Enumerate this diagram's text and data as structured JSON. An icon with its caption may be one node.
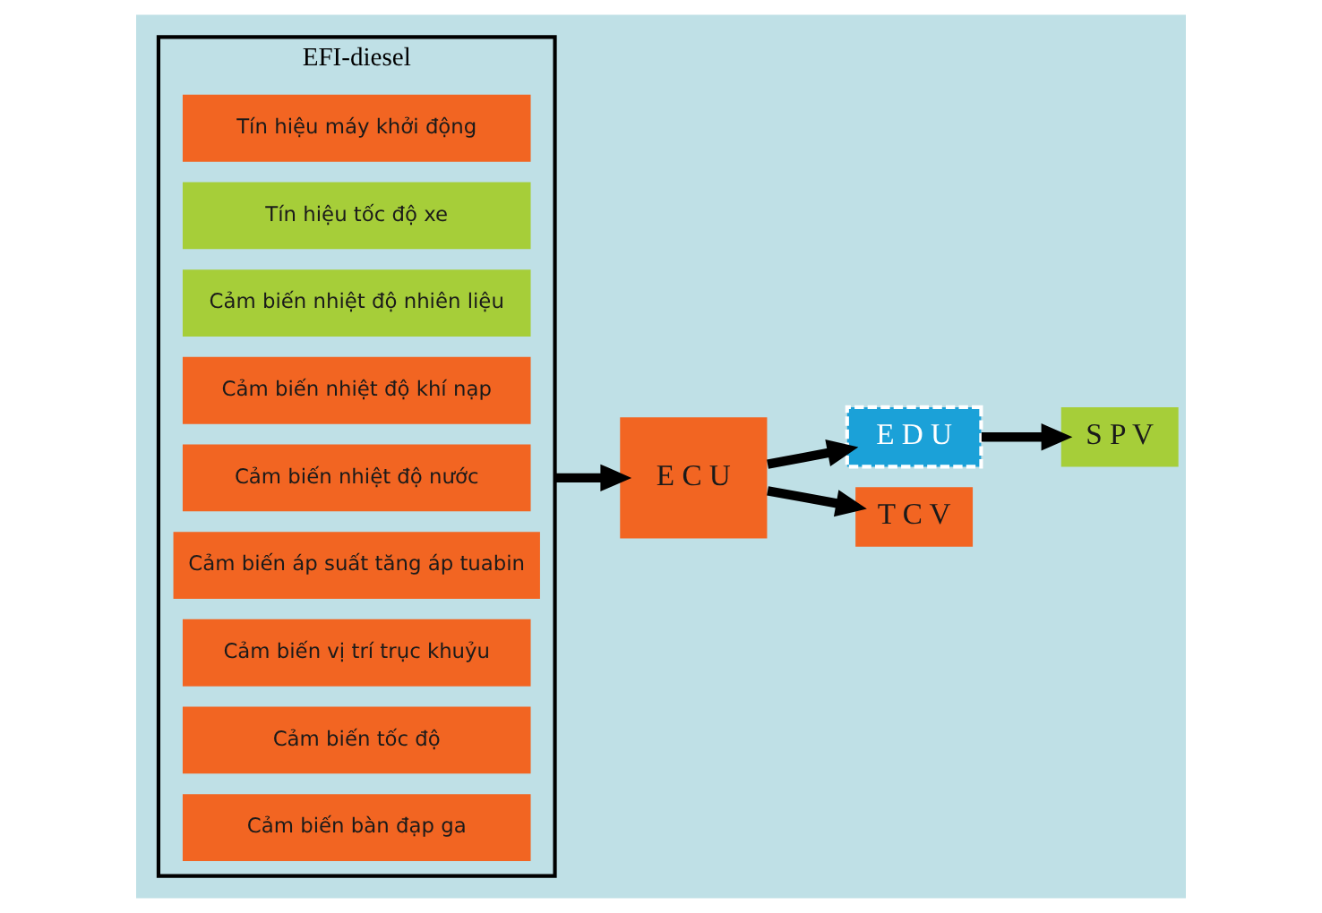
{
  "diagram": {
    "nodes": [
      {
        "text": [
          "EFI-diesel"
        ]
      },
      {
        "text": [
          "Cảm biến bàn đạp ga"
        ],
        "in": 0
      },
      {
        "text": [
          "Cảm biến tốc độ"
        ],
        "in": 0
      },
      {
        "text": [
          "Cảm biến vị trí trục khuỷu"
        ],
        "in": 0
      },
      {
        "text": [
          "Cảm biến áp suất tăng áp tuabin"
        ],
        "in": 0
      },
      {
        "text": [
          "Cảm biến nhiệt độ nước"
        ],
        "in": 0
      },
      {
        "text": [
          "Cảm biến nhiệt độ khí nạp"
        ],
        "in": 0
      },
      {
        "text": [
          "Cảm biến nhiệt độ nhiên liệu"
        ],
        "in": 0
      },
      {
        "text": [
          "Tín hiệu tốc độ xe"
        ],
        "in": 0
      },
      {
        "text": [
          "Tín hiệu máy khởi động"
        ],
        "in": 0
      },
      {
        "text": [
          "E C U"
        ]
      },
      {
        "text": [
          "E D U"
        ]
      },
      {
        "text": [
          "S P V"
        ]
      },
      {
        "text": [
          "T C V"
        ]
      }
    ],
    "edges": [
      {
        "from": 0,
        "to": 10,
        "arrow": "to"
      },
      {
        "from": 10,
        "to": 11,
        "arrow": "to"
      },
      {
        "from": 11,
        "to": 12,
        "arrow": "to"
      },
      {
        "from": 10,
        "to": 13,
        "arrow": "to"
      }
    ]
  }
}
